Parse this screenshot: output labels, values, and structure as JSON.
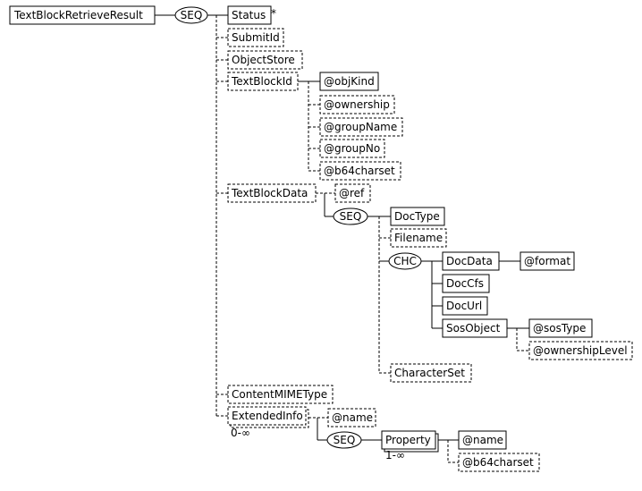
{
  "nodes": {
    "root": "TextBlockRetrieveResult",
    "status": "Status",
    "status_mark": "*",
    "submit_id": "SubmitId",
    "object_store": "ObjectStore",
    "text_block_id": "TextBlockId",
    "obj_kind": "@objKind",
    "ownership": "@ownership",
    "group_name": "@groupName",
    "group_no": "@groupNo",
    "b64charset_1": "@b64charset",
    "text_block_data": "TextBlockData",
    "ref": "@ref",
    "doc_type": "DocType",
    "filename": "Filename",
    "doc_data": "DocData",
    "format": "@format",
    "doc_cfs": "DocCfs",
    "doc_url": "DocUrl",
    "sos_object": "SosObject",
    "sos_type": "@sosType",
    "ownership_level": "@ownershipLevel",
    "character_set": "CharacterSet",
    "content_mime_type": "ContentMIMEType",
    "extended_info": "ExtendedInfo",
    "extended_info_occurs": "0-∞",
    "name_1": "@name",
    "property": "Property",
    "property_occurs": "1-∞",
    "name_2": "@name",
    "b64charset_2": "@b64charset"
  },
  "compositors": {
    "seq_root": "SEQ",
    "seq_text_block_data": "SEQ",
    "chc_doc": "CHC",
    "seq_extended_info": "SEQ"
  }
}
